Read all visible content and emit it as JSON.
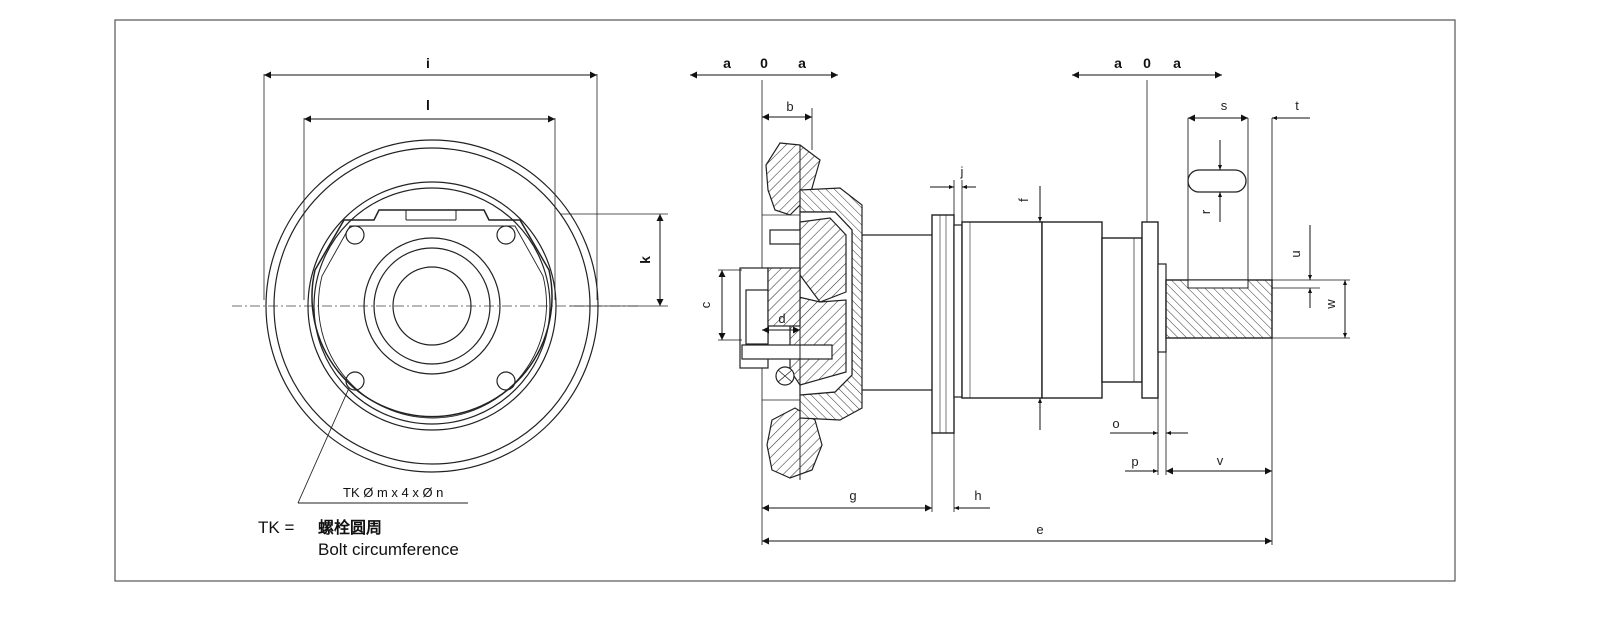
{
  "dimensions": {
    "i": "i",
    "l": "l",
    "k": "k",
    "a_left_1": "a",
    "zero_left": "0",
    "a_left_2": "a",
    "a_right_1": "a",
    "zero_right": "0",
    "a_right_2": "a",
    "b": "b",
    "c": "c",
    "d": "d",
    "j": "j",
    "f": "f",
    "g": "g",
    "h": "h",
    "e": "e",
    "s": "s",
    "t": "t",
    "r": "r",
    "u": "u",
    "w": "w",
    "o": "o",
    "p": "p",
    "v": "v"
  },
  "bolt_note": "TK Ø m x 4 x Ø n",
  "legend": {
    "tk_label": "TK =",
    "tk_chinese": "螺栓圆周",
    "tk_english": "Bolt circumference"
  }
}
